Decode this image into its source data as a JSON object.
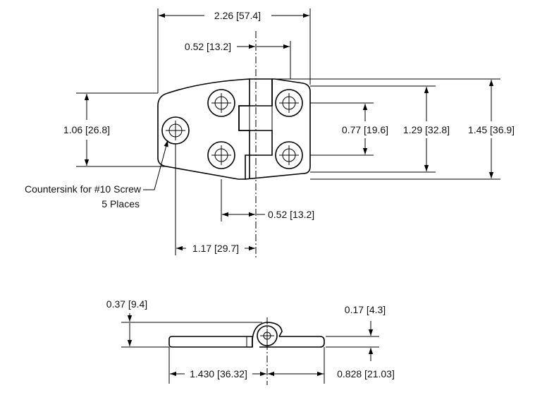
{
  "dimensions": {
    "overall_width": "2.26 [57.4]",
    "knuckle_offset_top": "0.52 [13.2]",
    "left_hole_span": "1.06 [26.8]",
    "right_hole_span": "0.77 [19.6]",
    "right_leaf_height": "1.29 [32.8]",
    "overall_height": "1.45 [36.9]",
    "knuckle_offset_bottom": "0.52 [13.2]",
    "hole_to_center": "1.17 [29.7]",
    "side_height": "0.37 [9.4]",
    "leaf_thickness": "0.17 [4.3]",
    "left_leaf_length": "1.430 [36.32]",
    "right_leaf_length": "0.828 [21.03]"
  },
  "notes": {
    "countersink_line1": "Countersink for #10 Screw",
    "countersink_line2": "5 Places"
  }
}
